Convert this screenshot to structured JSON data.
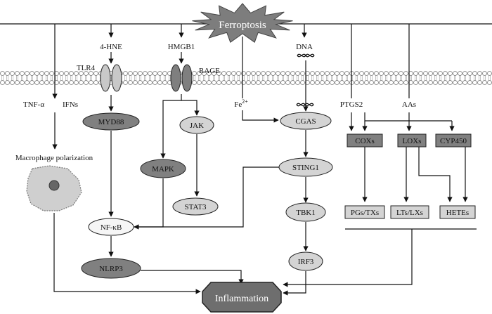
{
  "title": "Ferroptosis",
  "outcome": "Inflammation",
  "membrane_labels": {
    "tlr4": "TLR4",
    "rage": "RAGE",
    "fe2": "Fe",
    "fe2_sup": "2+"
  },
  "stimuli": {
    "tnf": "TNF-α",
    "ifns": "IFNs",
    "hne": "4-HNE",
    "hmgb1": "HMGB1",
    "dna": "DNA",
    "ptgs2": "PTGS2",
    "aas": "AAs"
  },
  "nodes": {
    "macrophage": "Macrophage polarization",
    "myd88": "MYD88",
    "nfkb": "NF-κB",
    "nlrp3": "NLRP3",
    "jak": "JAK",
    "mapk": "MAPK",
    "stat3": "STAT3",
    "cgas": "CGAS",
    "sting1": "STING1",
    "tbk1": "TBK1",
    "irf3": "IRF3",
    "coxs": "COXs",
    "loxs": "LOXs",
    "cyp450": "CYP450",
    "pgs_txs": "PGs/TXs",
    "lts_lxs": "LTs/LXs",
    "hetes": "HETEs"
  },
  "colors": {
    "dark_fill": "#808080",
    "light_fill": "#d4d4d4",
    "nfkb_fill": "#f6f6f6",
    "receptor_light": "#c8c8c8",
    "receptor_dark": "#7f7f7f",
    "outcome_fill": "#6e6e6e",
    "outcome_text": "#ffffff",
    "line": "#111111"
  }
}
